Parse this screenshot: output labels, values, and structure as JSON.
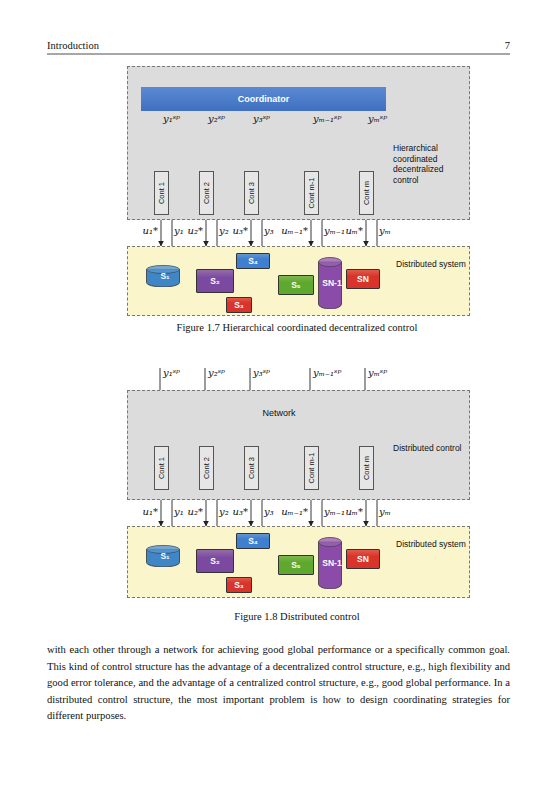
{
  "diagram": {
    "caption": "Figure 1.7 Hierarchical coordinated decentralized control",
    "nodes": [
      {
        "text": [
          "Hierarchical coordinated decentralized control"
        ]
      },
      {
        "text": [
          "Coordinator"
        ],
        "in": 0
      },
      {
        "text": [
          "Cont 1"
        ],
        "in": 0
      },
      {
        "text": [
          "Cont 2"
        ],
        "in": 0
      },
      {
        "text": [
          "Cont 3"
        ],
        "in": 0
      },
      {
        "text": [
          "Cont m-1"
        ],
        "in": 0
      },
      {
        "text": [
          "Cont m"
        ],
        "in": 0
      },
      {
        "text": [
          "Distributed system"
        ]
      },
      {
        "text": [
          "S₁"
        ],
        "in": 7
      },
      {
        "text": [
          "S₂"
        ],
        "in": 7
      },
      {
        "text": [
          "S₃"
        ],
        "in": 7
      },
      {
        "text": [
          "S₄"
        ],
        "in": 7
      },
      {
        "text": [
          "S₅"
        ],
        "in": 7
      },
      {
        "text": [
          "SN-1"
        ],
        "in": 7
      },
      {
        "text": [
          "SN"
        ],
        "in": 7
      },
      {
        "text": [
          "Distributed control"
        ]
      },
      {
        "text": [
          "Cont 1"
        ],
        "in": 15
      },
      {
        "text": [
          "Cont 2"
        ],
        "in": 15
      },
      {
        "text": [
          "Cont 3"
        ],
        "in": 15
      },
      {
        "text": [
          "Cont m-1"
        ],
        "in": 15
      },
      {
        "text": [
          "Cont m"
        ],
        "in": 15
      },
      {
        "text": [
          "Distributed system"
        ]
      },
      {
        "text": [
          "S₁"
        ],
        "in": 21
      },
      {
        "text": [
          "S₂"
        ],
        "in": 21
      },
      {
        "text": [
          "S₃"
        ],
        "in": 21
      },
      {
        "text": [
          "S₄"
        ],
        "in": 21
      },
      {
        "text": [
          "S₅"
        ],
        "in": 21
      },
      {
        "text": [
          "SN-1"
        ],
        "in": 21
      },
      {
        "text": [
          "SN"
        ],
        "in": 21
      }
    ],
    "edges": [
      {
        "from": 2,
        "to": 1,
        "arrow": "to"
      },
      {
        "from": 2,
        "to": 7,
        "arrow": "to"
      },
      {
        "from": 3,
        "to": 1,
        "arrow": "to"
      },
      {
        "from": 3,
        "to": 7,
        "arrow": "to"
      },
      {
        "from": 4,
        "to": 1,
        "arrow": "to"
      },
      {
        "from": 4,
        "to": 7,
        "arrow": "to"
      },
      {
        "from": 5,
        "to": 1,
        "arrow": "to"
      },
      {
        "from": 5,
        "to": 7,
        "arrow": "to"
      },
      {
        "from": 6,
        "to": 1,
        "arrow": "to"
      },
      {
        "from": 6,
        "to": 7,
        "arrow": "to"
      },
      {
        "from": 8,
        "to": 9,
        "arrow": "none"
      },
      {
        "from": 9,
        "to": 11,
        "arrow": "none"
      },
      {
        "from": 9,
        "to": 10,
        "arrow": "none"
      },
      {
        "from": 10,
        "to": 12,
        "arrow": "none"
      },
      {
        "from": 11,
        "to": 12,
        "arrow": "none"
      },
      {
        "from": 12,
        "to": 13,
        "arrow": "none"
      },
      {
        "from": 13,
        "to": 14,
        "arrow": "none"
      },
      {
        "from": 16,
        "to": 17,
        "arrow": "none"
      },
      {
        "from": 16,
        "to": 18,
        "arrow": "none"
      },
      {
        "from": 16,
        "to": 19,
        "arrow": "none"
      },
      {
        "from": 16,
        "to": 20,
        "arrow": "none"
      },
      {
        "from": 17,
        "to": 18,
        "arrow": "none"
      },
      {
        "from": 17,
        "to": 19,
        "arrow": "none"
      },
      {
        "from": 17,
        "to": 20,
        "arrow": "none"
      },
      {
        "from": 18,
        "to": 19,
        "arrow": "none"
      },
      {
        "from": 18,
        "to": 20,
        "arrow": "none"
      },
      {
        "from": 19,
        "to": 20,
        "arrow": "none"
      },
      {
        "from": 16,
        "to": 21,
        "arrow": "to"
      },
      {
        "from": 17,
        "to": 21,
        "arrow": "to"
      },
      {
        "from": 18,
        "to": 21,
        "arrow": "to"
      },
      {
        "from": 19,
        "to": 21,
        "arrow": "to"
      },
      {
        "from": 20,
        "to": 21,
        "arrow": "to"
      },
      {
        "from": 22,
        "to": 23,
        "arrow": "none"
      },
      {
        "from": 23,
        "to": 25,
        "arrow": "none"
      },
      {
        "from": 23,
        "to": 24,
        "arrow": "none"
      },
      {
        "from": 24,
        "to": 26,
        "arrow": "none"
      },
      {
        "from": 25,
        "to": 26,
        "arrow": "none"
      },
      {
        "from": 26,
        "to": 27,
        "arrow": "none"
      },
      {
        "from": 27,
        "to": 28,
        "arrow": "none"
      }
    ],
    "labels": [
      "Introduction",
      "7",
      "y₁ˢᵖ",
      "y₂ˢᵖ",
      "y₃ˢᵖ",
      "yₘ₋₁ˢᵖ",
      "yₘˢᵖ",
      "u₁*",
      "y₁",
      "u₂*",
      "y₂",
      "u₃*",
      "y₃",
      "uₘ₋₁*",
      "yₘ₋₁",
      "uₘ*",
      "yₘ",
      "y₁ˢᵖ",
      "y₂ˢᵖ",
      "y₃ˢᵖ",
      "yₘ₋₁ˢᵖ",
      "yₘˢᵖ",
      "Network",
      "u₁*",
      "y₁",
      "u₂*",
      "y₂",
      "u₃*",
      "y₃",
      "uₘ₋₁*",
      "yₘ₋₁",
      "uₘ*",
      "yₘ",
      "Figure 1.8 Distributed control",
      "with each other through a network for achieving good global performance or a specifically common goal. This kind of control structure has the advantage of a decentralized control structure, e.g., high flexibility and good error tolerance, and the advantage of a centralized control structure, e.g., good global performance. In a distributed control structure, the most important problem is how to design coordinating strategies for different purposes."
    ]
  }
}
